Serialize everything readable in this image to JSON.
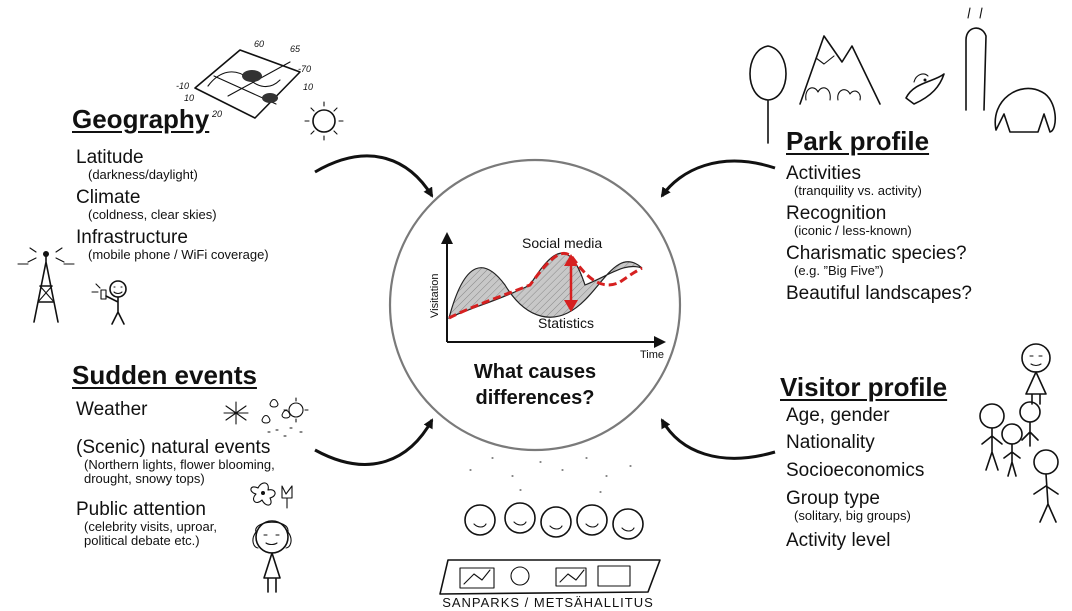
{
  "geography": {
    "heading": "Geography",
    "items": [
      {
        "label": "Latitude",
        "note": "(darkness/daylight)"
      },
      {
        "label": "Climate",
        "note": "(coldness, clear skies)"
      },
      {
        "label": "Infrastructure",
        "note": "(mobile phone / WiFi coverage)"
      }
    ]
  },
  "sudden_events": {
    "heading": "Sudden events",
    "items": [
      {
        "label": "Weather",
        "note": ""
      },
      {
        "label": "(Scenic) natural events",
        "note": "(Northern lights, flower blooming,\ndrought, snowy tops)"
      },
      {
        "label": "Public attention",
        "note": "(celebrity visits, uproar,\npolitical debate etc.)"
      }
    ]
  },
  "park_profile": {
    "heading": "Park profile",
    "items": [
      {
        "label": "Activities",
        "note": "(tranquility vs. activity)"
      },
      {
        "label": "Recognition",
        "note": "(iconic / less-known)"
      },
      {
        "label": "Charismatic species?",
        "note": "(e.g. ”Big Five”)"
      },
      {
        "label": "Beautiful landscapes?",
        "note": ""
      }
    ]
  },
  "visitor_profile": {
    "heading": "Visitor profile",
    "items": [
      {
        "label": "Age, gender",
        "note": ""
      },
      {
        "label": "Nationality",
        "note": ""
      },
      {
        "label": "Socioeconomics",
        "note": ""
      },
      {
        "label": "Group type",
        "note": "(solitary, big groups)"
      },
      {
        "label": "Activity level",
        "note": ""
      }
    ]
  },
  "center": {
    "question": "What causes\ndifferences?",
    "mini_chart": {
      "ylabel": "Visitation",
      "xlabel": "Time",
      "social_media_label": "Social media",
      "statistics_label": "Statistics"
    },
    "colors": {
      "social_media_line": "#d62020",
      "statistics_fill": "#c8c8c8"
    }
  },
  "map_sketch": {
    "numbers": [
      "60",
      "65",
      "-70",
      "-10",
      "10",
      "20",
      "10"
    ]
  },
  "footer": {
    "credit": "SANPARKS / METSÄHALLITUS"
  }
}
